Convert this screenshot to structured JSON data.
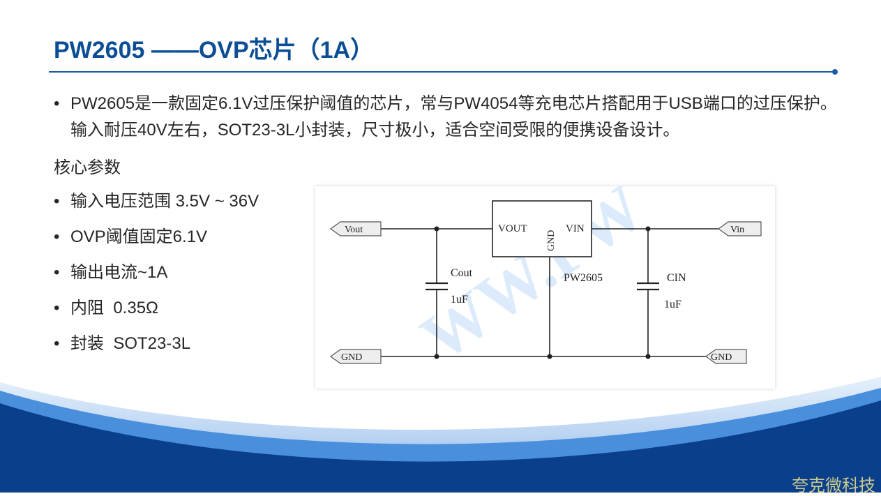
{
  "title": "PW2605 ——OVP芯片（1A）",
  "intro": {
    "bullet": "•",
    "text": "PW2605是一款固定6.1V过压保护阈值的芯片，常与PW4054等充电芯片搭配用于USB端口的过压保护。输入耐压40V左右，SOT23-3L小封装，尺寸极小，适合空间受限的便携设备设计。"
  },
  "section_label": "核心参数",
  "params": [
    "输入电压范围 3.5V ~ 36V",
    "OVP阈值固定6.1V",
    "输出电流~1A",
    "内阻  0.35Ω",
    "封装  SOT23-3L"
  ],
  "circuit": {
    "watermark": "WW.PW",
    "labels": {
      "vout_port": "Vout",
      "vin_port": "Vin",
      "gnd_left": "GND",
      "gnd_right": "GND",
      "chip_vout": "VOUT",
      "chip_vin": "VIN",
      "chip_gnd": "GND",
      "chip_name": "PW2605",
      "cout_name": "Cout",
      "cout_value": "1uF",
      "cin_name": "CIN",
      "cin_value": "1uF"
    }
  },
  "brand": "夸克微科技",
  "colors": {
    "title": "#0b4e96",
    "accent": "#1b5aa6",
    "footer_dark": "#0a3f8c",
    "footer_light": "#4a8fdc"
  }
}
